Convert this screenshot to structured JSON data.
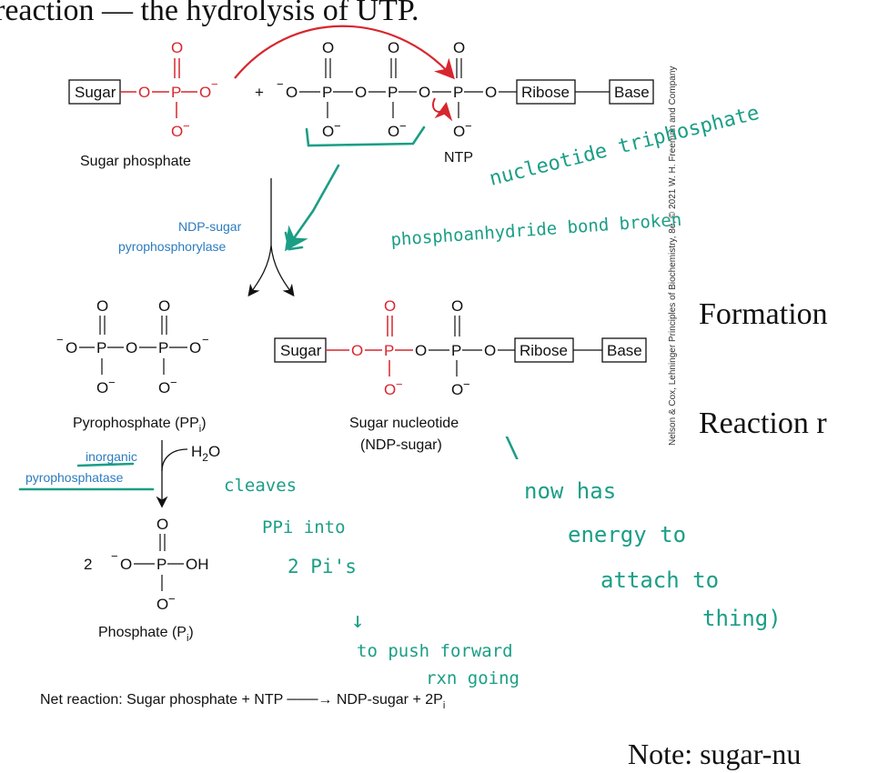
{
  "slide": {
    "heading_fragment": "reaction — the hydrolysis of UTP.",
    "formation_fragment": "Formation",
    "reaction_fragment": "Reaction r",
    "note_fragment": "Note: sugar-nu"
  },
  "credit": "Nelson & Cox, Lehninger Principles of Biochemistry, 8e, © 2021 W. H. Freeman and Company",
  "diagram": {
    "sugar_box": "Sugar",
    "ribose_box": "Ribose",
    "base_box": "Base",
    "sugar_phosphate_label": "Sugar phosphate",
    "ntp_label": "NTP",
    "enzyme_1_line1": "NDP-sugar",
    "enzyme_1_line2": "pyrophosphorylase",
    "pyrophosphate_label": "Pyrophosphate (PP",
    "pyrophosphate_sub": "i",
    "sugar_nucleotide_label": "Sugar nucleotide",
    "sugar_nucleotide_sub": "(NDP-sugar)",
    "enzyme_2_line1": "inorganic",
    "enzyme_2_line2": "pyrophosphatase",
    "water": "H",
    "water_sub": "2",
    "water_o": "O",
    "phosphate_coefficient": "2",
    "phosphate_label": "Phosphate (P",
    "phosphate_sub": "i",
    "net_reaction": "Net reaction: Sugar phosphate  +  NTP ───→ NDP-sugar  +  2P",
    "net_reaction_sub": "i"
  },
  "handwritten_notes": {
    "ntp_note_1": "nucleotide triphosphate",
    "ntp_note_2": "phosphoanhydride bond broken",
    "cleave_note": [
      "cleaves",
      "PPi into",
      "2 Pi's",
      "↓",
      "to push forward",
      "rxn going"
    ],
    "energy_note": [
      "\\",
      "now has",
      "energy to",
      "attach to",
      "thing)"
    ]
  },
  "colors": {
    "highlight_red": "#d8262e",
    "enzyme_blue": "#2b7bc0",
    "annotation_green": "#1b9e86"
  }
}
